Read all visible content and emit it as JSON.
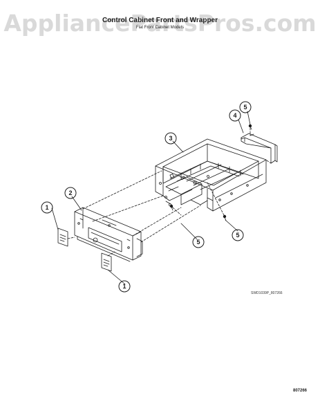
{
  "watermark": "AppliancePartsPros.com",
  "header": {
    "title": "Control Cabinet Front and Wrapper",
    "subtitle": "Flat Front Cabinet Models"
  },
  "callouts": [
    "1",
    "1",
    "2",
    "3",
    "4",
    "5",
    "5",
    "5"
  ],
  "footer": {
    "diagram_code": "SWD1039P_807266",
    "page_code": "807266"
  },
  "colors": {
    "line": "#1a1a1a",
    "watermark": "#d9d9d9",
    "background": "#ffffff"
  }
}
